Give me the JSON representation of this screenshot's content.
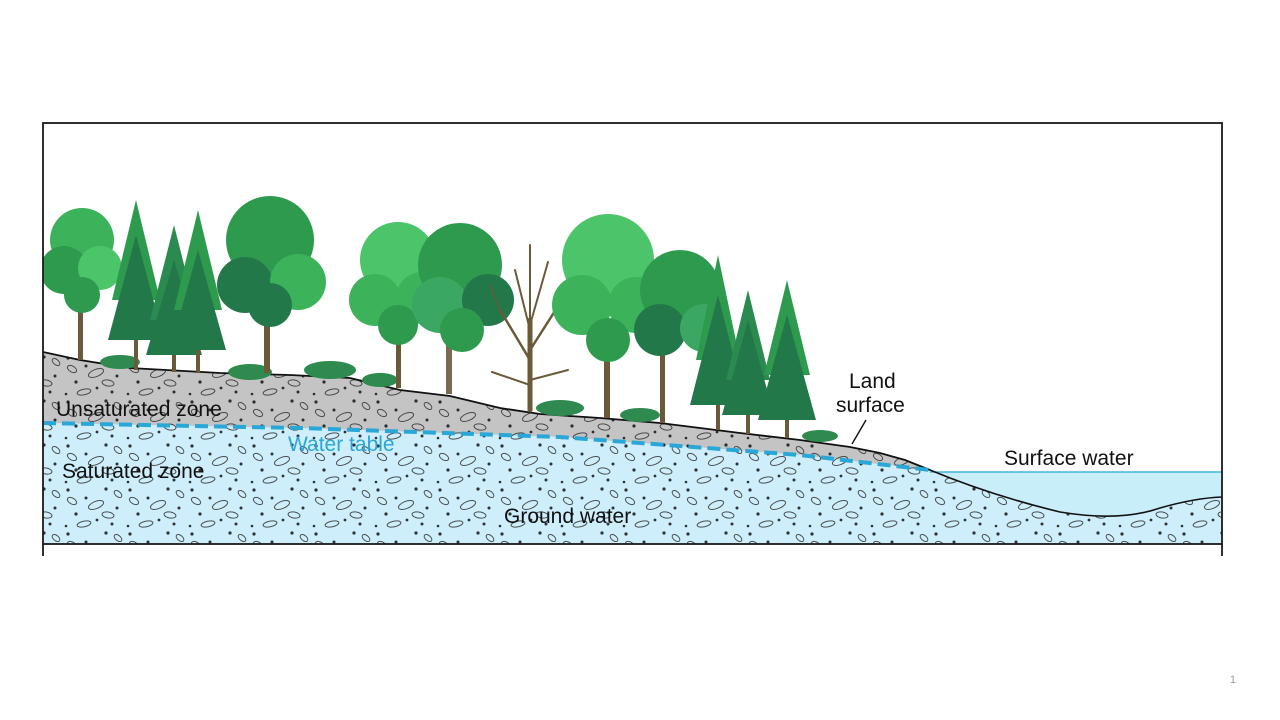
{
  "labels": {
    "unsaturated_zone": "Unsaturated zone",
    "water_table": "Water table",
    "saturated_zone": "Saturated zone",
    "ground_water": "Ground water",
    "land_surface_line1": "Land",
    "land_surface_line2": "surface",
    "surface_water": "Surface water"
  },
  "slide": {
    "page_number": "1"
  },
  "colors": {
    "frame": "#1a1a1a",
    "unsaturated": "#c4c4c4",
    "saturated": "#cdeefa",
    "water_table": "#2aa7d6",
    "surface_water": "#c8eef9",
    "tree_light": "#3cb35a",
    "tree_mid": "#2e9a4e",
    "tree_dark": "#23784a",
    "trunk": "#6b5a3a"
  }
}
